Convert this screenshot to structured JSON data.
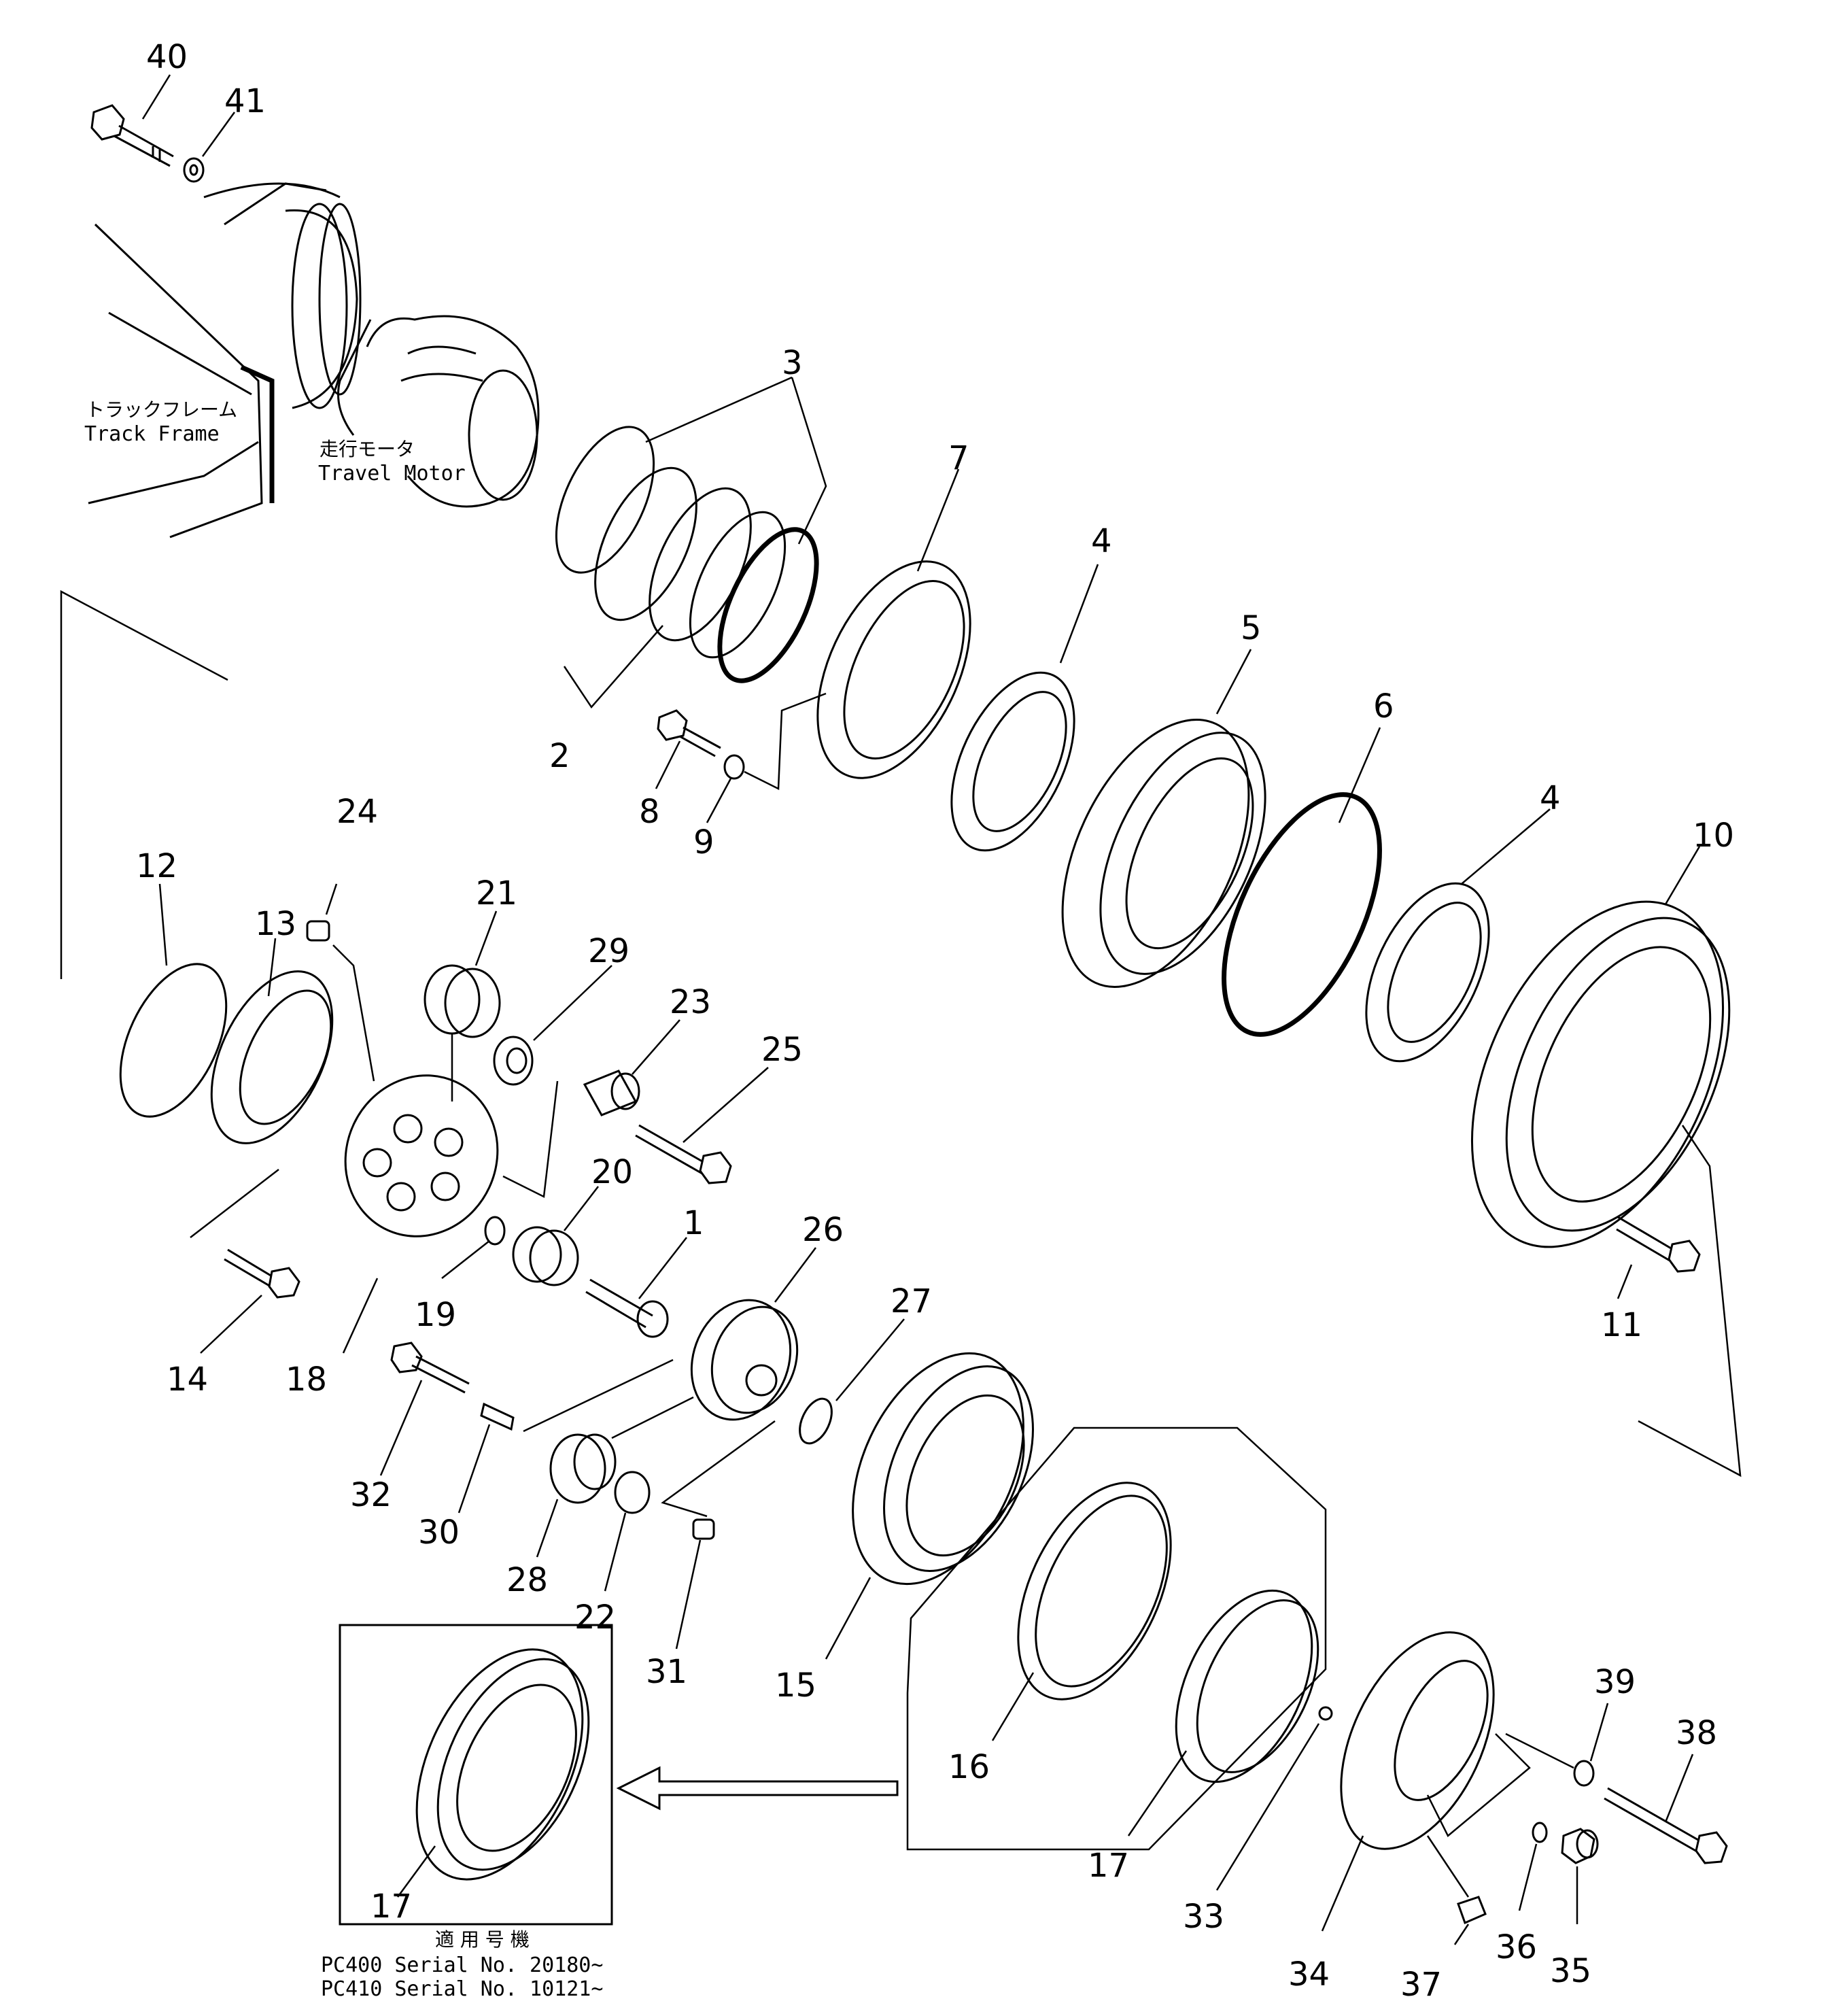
{
  "labels": {
    "track_frame_jp": "トラックフレーム",
    "track_frame_en": "Track  Frame",
    "travel_motor_jp": "走行モータ",
    "travel_motor_en": "Travel  Motor"
  },
  "callouts": {
    "n1": "1",
    "n2": "2",
    "n3": "3",
    "n4a": "4",
    "n4b": "4",
    "n5": "5",
    "n6": "6",
    "n7": "7",
    "n8": "8",
    "n9": "9",
    "n10": "10",
    "n11": "11",
    "n12": "12",
    "n13": "13",
    "n14": "14",
    "n15": "15",
    "n16": "16",
    "n17a": "17",
    "n17b": "17",
    "n18": "18",
    "n19": "19",
    "n20": "20",
    "n21": "21",
    "n22": "22",
    "n23": "23",
    "n24": "24",
    "n25": "25",
    "n26": "26",
    "n27": "27",
    "n28": "28",
    "n29": "29",
    "n30": "30",
    "n31": "31",
    "n32": "32",
    "n33": "33",
    "n34": "34",
    "n35": "35",
    "n36": "36",
    "n37": "37",
    "n38": "38",
    "n39": "39",
    "n40": "40",
    "n41": "41"
  },
  "note": {
    "heading": "適 用 号 機",
    "line1": "PC400  Serial  No.  20180~",
    "line2": "PC410  Serial  No.  10121~"
  }
}
